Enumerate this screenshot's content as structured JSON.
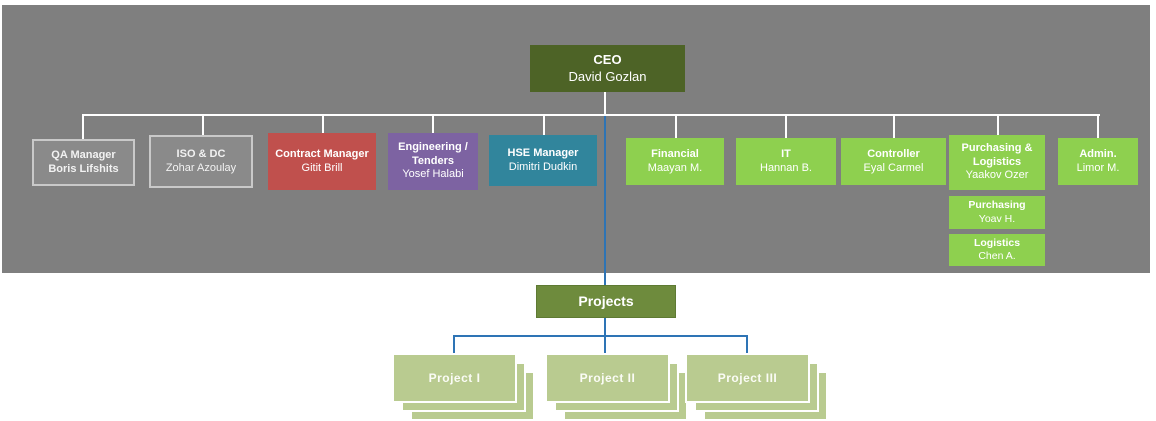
{
  "org": {
    "ceo": {
      "title": "CEO",
      "name": "David Gozlan"
    },
    "departments": [
      {
        "title": "QA Manager",
        "name": "Boris Lifshits",
        "color": "#8a8a8a"
      },
      {
        "title": "ISO & DC",
        "name": "Zohar Azoulay",
        "color": "#8a8a8a"
      },
      {
        "title": "Contract Manager",
        "name": "Gitit Brill",
        "color": "#c0504d"
      },
      {
        "title": "Engineering / Tenders",
        "name": "Yosef Halabi",
        "color": "#7d63a2"
      },
      {
        "title": "HSE Manager",
        "name": "Dimitri Dudkin",
        "color": "#31859c"
      },
      {
        "title": "Financial",
        "name": "Maayan M.",
        "color": "#8ed04f"
      },
      {
        "title": "IT",
        "name": "Hannan B.",
        "color": "#8ed04f"
      },
      {
        "title": "Controller",
        "name": "Eyal Carmel",
        "color": "#8ed04f"
      },
      {
        "title": "Purchasing & Logistics",
        "name": "Yaakov Ozer",
        "color": "#8ed04f"
      },
      {
        "title": "Admin.",
        "name": "Limor M.",
        "color": "#8ed04f"
      }
    ],
    "sub_departments": [
      {
        "title": "Purchasing",
        "name": "Yoav H.",
        "color": "#8ed04f"
      },
      {
        "title": "Logistics",
        "name": "Chen A.",
        "color": "#8ed04f"
      }
    ],
    "projects_label": "Projects",
    "projects": [
      {
        "label": "Project I"
      },
      {
        "label": "Project II"
      },
      {
        "label": "Project III"
      }
    ]
  },
  "colors": {
    "background_panel": "#7f7f7f",
    "node_gray": "#8a8a8a",
    "node_red": "#c0504d",
    "node_purple": "#7d63a2",
    "node_teal": "#31859c",
    "node_green": "#8ed04f",
    "node_ceo_dark_green": "#4d6326",
    "node_projects_olive": "#6e8b3d",
    "project_card_sage": "#b9cb90",
    "connector_white": "#ffffff",
    "connector_blue": "#2e74b5"
  }
}
